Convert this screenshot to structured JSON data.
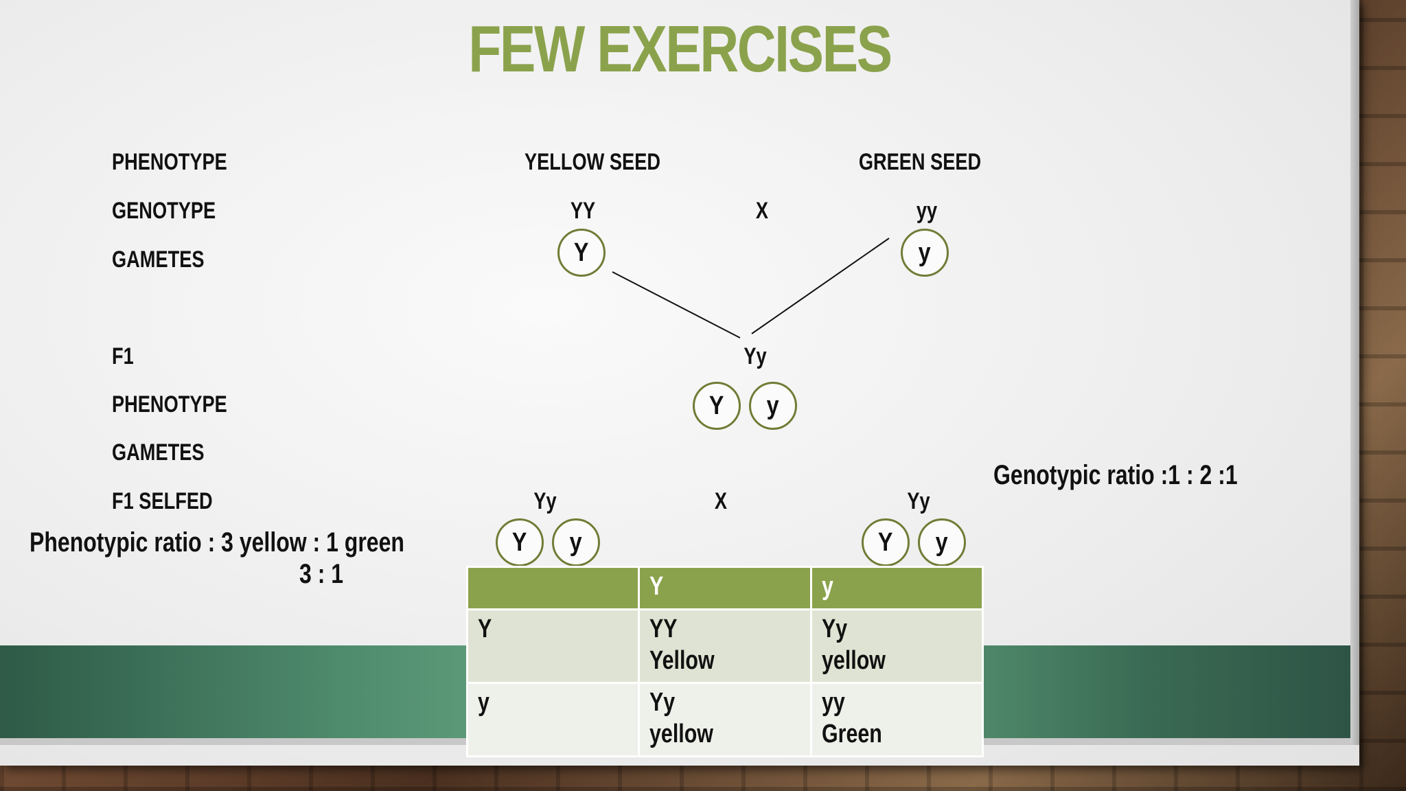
{
  "slide": {
    "title": "FEW EXERCISES",
    "accent_color": "#8ba24c",
    "row_labels": {
      "phenotype": "PHENOTYPE",
      "genotype": "GENOTYPE",
      "gametes": "GAMETES",
      "f1": "F1",
      "f1_phenotype": "PHENOTYPE",
      "f1_gametes": "GAMETES",
      "f1_selfed": "F1 SELFED"
    },
    "parents": {
      "left_phenotype": "YELLOW SEED",
      "right_phenotype": "GREEN SEED",
      "left_genotype": "YY",
      "cross_symbol": "X",
      "right_genotype": "yy",
      "left_gamete": "Y",
      "right_gamete": "y"
    },
    "f1": {
      "genotype": "Yy",
      "gamete_dominant": "Y",
      "gamete_recessive": "y"
    },
    "selfed": {
      "left_genotype": "Yy",
      "cross_symbol": "X",
      "right_genotype": "Yy",
      "left_gametes": [
        "Y",
        "y"
      ],
      "right_gametes": [
        "Y",
        "y"
      ]
    },
    "ratios": {
      "phenotypic": "Phenotypic ratio : 3 yellow : 1 green",
      "phenotypic_simple": "3 : 1",
      "genotypic": "Genotypic ratio :1 : 2 :1"
    },
    "punnett": {
      "header": [
        "",
        "Y",
        "y"
      ],
      "rows": [
        {
          "label": "Y",
          "cells": [
            {
              "genotype": "YY",
              "phenotype": "Yellow"
            },
            {
              "genotype": "Yy",
              "phenotype": "yellow"
            }
          ]
        },
        {
          "label": "y",
          "cells": [
            {
              "genotype": "Yy",
              "phenotype": "yellow"
            },
            {
              "genotype": "yy",
              "phenotype": "Green"
            }
          ]
        }
      ]
    }
  }
}
